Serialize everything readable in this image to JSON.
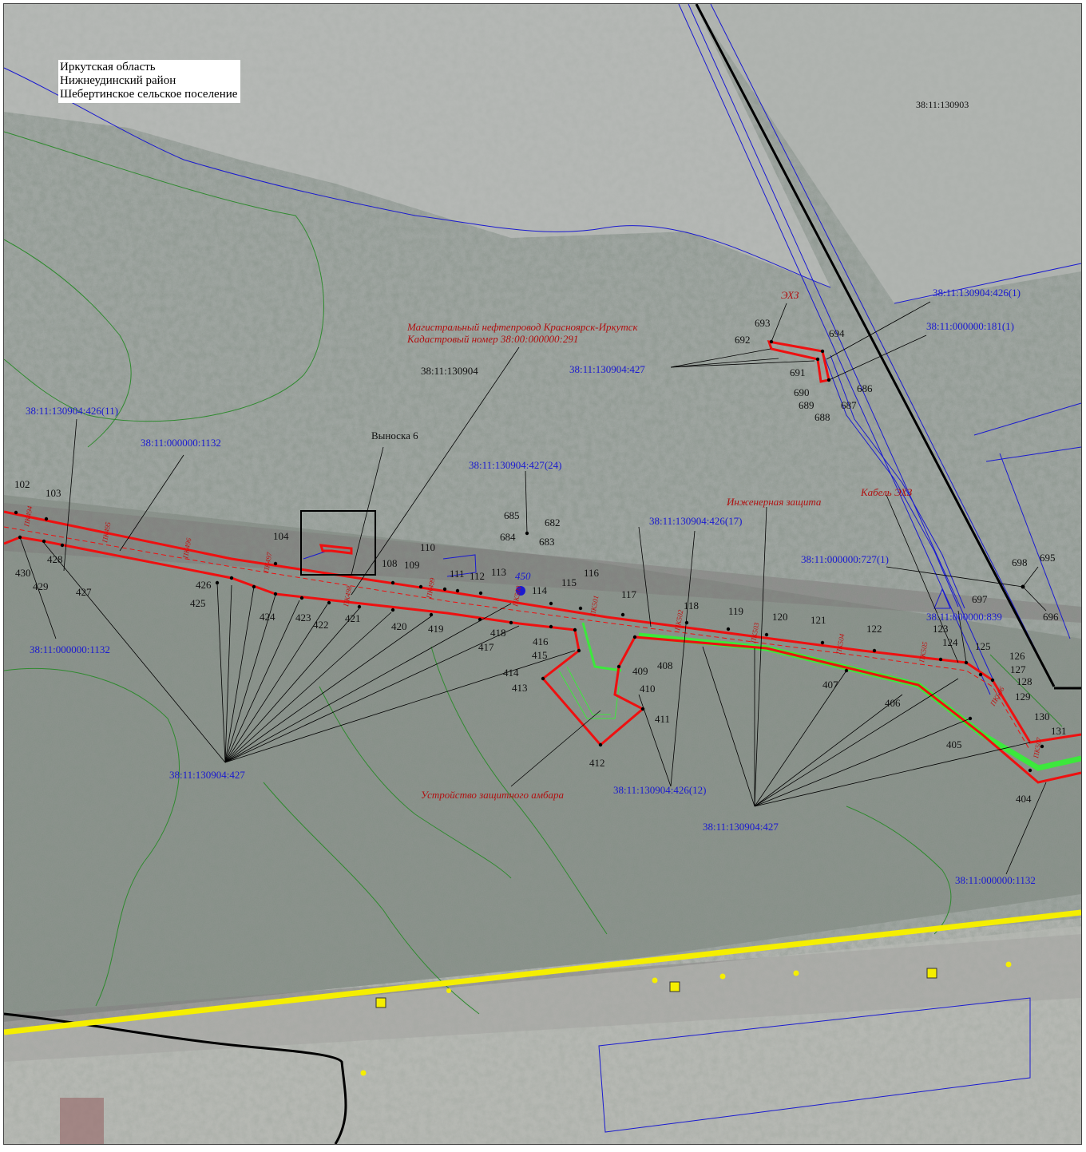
{
  "location": {
    "region": "Иркутская область",
    "district": "Нижнеудинский район",
    "settlement": "Шебертинское сельское поселение"
  },
  "annotations": {
    "pipeline_line1": "Магистральный нефтепровод Красноярск-Иркутск",
    "pipeline_line2": "Кадастровый номер 38:00:000000:291",
    "ehz": "ЭХЗ",
    "engineering": "Инженерная защита",
    "cable": "Кабель ЭХЗ",
    "barn": "Устройство защитного амбара",
    "callout": "Выноска 6"
  },
  "parcels": {
    "p130903": "38:11:130903",
    "p130904": "38:11:130904",
    "p426_1": "38:11:130904:426(1)",
    "p181_1": "38:11:000000:181(1)",
    "p427_top": "38:11:130904:427",
    "p426_11": "38:11:130904:426(11)",
    "p1132_a": "38:11:000000:1132",
    "p427_24": "38:11:130904:427(24)",
    "p426_17": "38:11:130904:426(17)",
    "p727_1": "38:11:000000:727(1)",
    "p839": "38:11:000000:839",
    "p1132_b": "38:11:000000:1132",
    "p427_left": "38:11:130904:427",
    "p426_12": "38:11:130904:426(12)",
    "p427_right": "38:11:130904:427",
    "p1132_c": "38:11:000000:1132"
  },
  "points": {
    "n102": "102",
    "n103": "103",
    "n104": "104",
    "n108": "108",
    "n109": "109",
    "n110": "110",
    "n111": "111",
    "n112": "112",
    "n113": "113",
    "n114": "114",
    "n115": "115",
    "n116": "116",
    "n117": "117",
    "n118": "118",
    "n119": "119",
    "n120": "120",
    "n121": "121",
    "n122": "122",
    "n123": "123",
    "n124": "124",
    "n125": "125",
    "n126": "126",
    "n127": "127",
    "n128": "128",
    "n129": "129",
    "n130": "130",
    "n131": "131",
    "n404": "404",
    "n405": "405",
    "n406": "406",
    "n407": "407",
    "n408": "408",
    "n409": "409",
    "n410": "410",
    "n411": "411",
    "n412": "412",
    "n413": "413",
    "n414": "414",
    "n415": "415",
    "n416": "416",
    "n417": "417",
    "n418": "418",
    "n419": "419",
    "n420": "420",
    "n421": "421",
    "n422": "422",
    "n423": "423",
    "n424": "424",
    "n425": "425",
    "n426": "426",
    "n427": "427",
    "n428": "428",
    "n429": "429",
    "n430": "430",
    "n450": "450",
    "n682": "682",
    "n683": "683",
    "n684": "684",
    "n685": "685",
    "n686": "686",
    "n687": "687",
    "n688": "688",
    "n689": "689",
    "n690": "690",
    "n691": "691",
    "n692": "692",
    "n693": "693",
    "n694": "694",
    "n695": "695",
    "n696": "696",
    "n697": "697",
    "n698": "698"
  },
  "pickets": {
    "k494": "ПК494",
    "k495": "ПК495",
    "k496": "ПК496",
    "k497": "ПК497",
    "k498": "ПК498",
    "k499": "ПК499",
    "k500": "ПК500",
    "k501": "ПК501",
    "k502": "ПК502",
    "k503": "ПК503",
    "k504": "ПК504",
    "k505": "ПК505",
    "k506": "ПК506",
    "k507": "ПК507"
  },
  "colors": {
    "pipeline": "#ee1010",
    "green_contour": "#2f8a2f",
    "engineering_green": "#3ce83c",
    "cadastral_blue": "#1a1ad0",
    "road_yellow": "#f5ee00",
    "black_line": "#000000"
  }
}
